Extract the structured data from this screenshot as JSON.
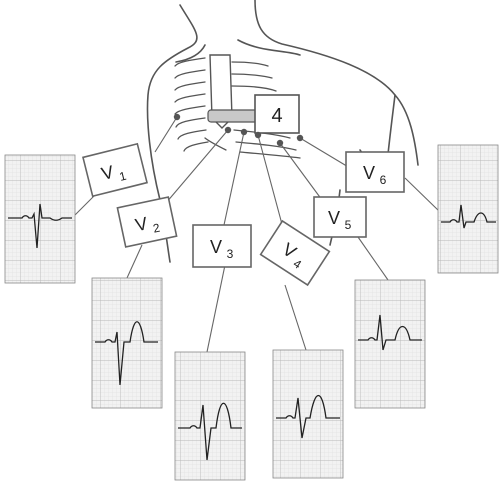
{
  "diagram": {
    "leads": [
      {
        "id": "v1",
        "label": "V",
        "sub": "1"
      },
      {
        "id": "v2",
        "label": "V",
        "sub": "2"
      },
      {
        "id": "v3",
        "label": "V",
        "sub": "3"
      },
      {
        "id": "v4",
        "label": "V",
        "sub": "4"
      },
      {
        "id": "v5",
        "label": "V",
        "sub": "5"
      },
      {
        "id": "v6",
        "label": "V",
        "sub": "6"
      }
    ],
    "intercostal_label": "4"
  },
  "colors": {
    "outline": "#555555",
    "grid_bg": "#f2f2f2",
    "grid_minor": "#dcdcdc",
    "grid_major": "#b8b8b8",
    "trace": "#222222",
    "box_border": "#666666"
  }
}
